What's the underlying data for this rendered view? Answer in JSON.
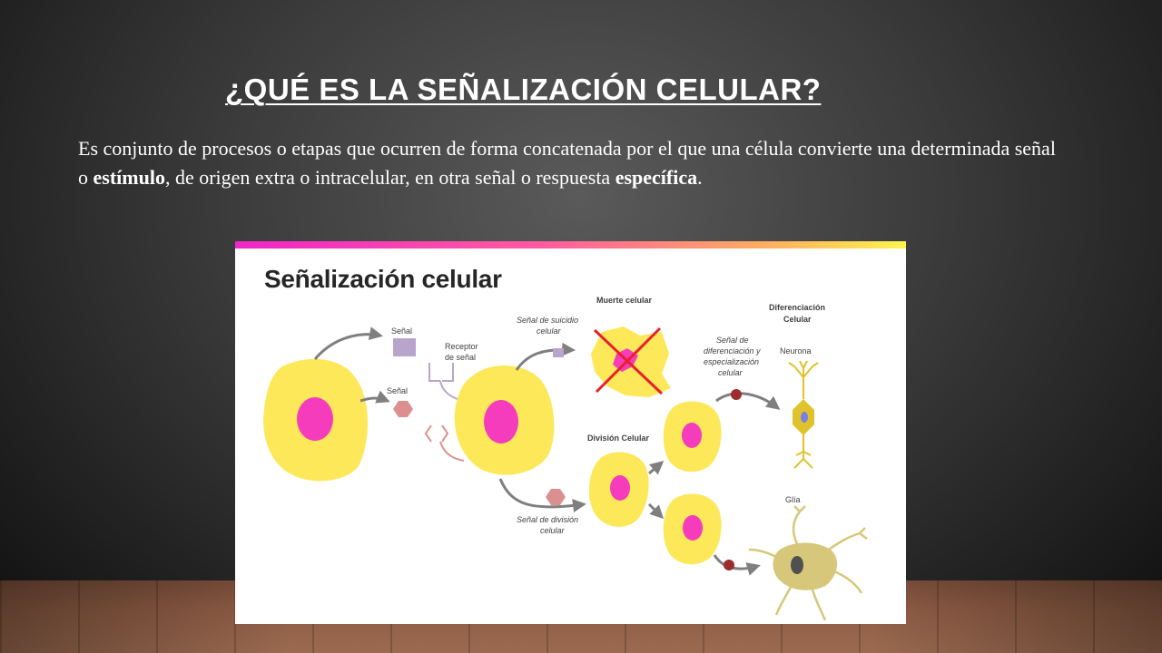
{
  "slide": {
    "title": "¿QUÉ ES LA SEÑALIZACIÓN CELULAR?",
    "body": {
      "part1": "Es conjunto de procesos o etapas que ocurren de forma concatenada por el que una célula convierte una determinada señal o ",
      "bold1": "estímulo",
      "part2": ", de origen extra o intracelular, en otra señal o respuesta ",
      "bold2": "específica",
      "part3": "."
    }
  },
  "diagram": {
    "title": "Señalización celular",
    "labels": {
      "senal_top": "Señal",
      "receptor_1": "Receptor",
      "receptor_2": "de señal",
      "senal_mid": "Señal",
      "suicidio_1": "Señal de suicidio",
      "suicidio_2": "celular",
      "muerte": "Muerte celular",
      "division": "División Celular",
      "div_senal_1": "Señal de división",
      "div_senal_2": "celular",
      "dif_senal_1": "Señal de",
      "dif_senal_2": "diferenciación y",
      "dif_senal_3": "especialización",
      "dif_senal_4": "celular",
      "diferenciacion_1": "Diferenciación",
      "diferenciacion_2": "Celular",
      "neurona": "Neurona",
      "glia": "Glía"
    },
    "colors": {
      "cell": "#fde85a",
      "nucleus": "#f43cbc",
      "signal_square": "#b9a5cc",
      "signal_hex": "#dc8f8f",
      "dif_signal": "#9b2d2d",
      "arrow": "#7f7f7f",
      "cross": "#e8202a",
      "neuron": "#e0c22a",
      "glia": "#d6c77a"
    }
  }
}
